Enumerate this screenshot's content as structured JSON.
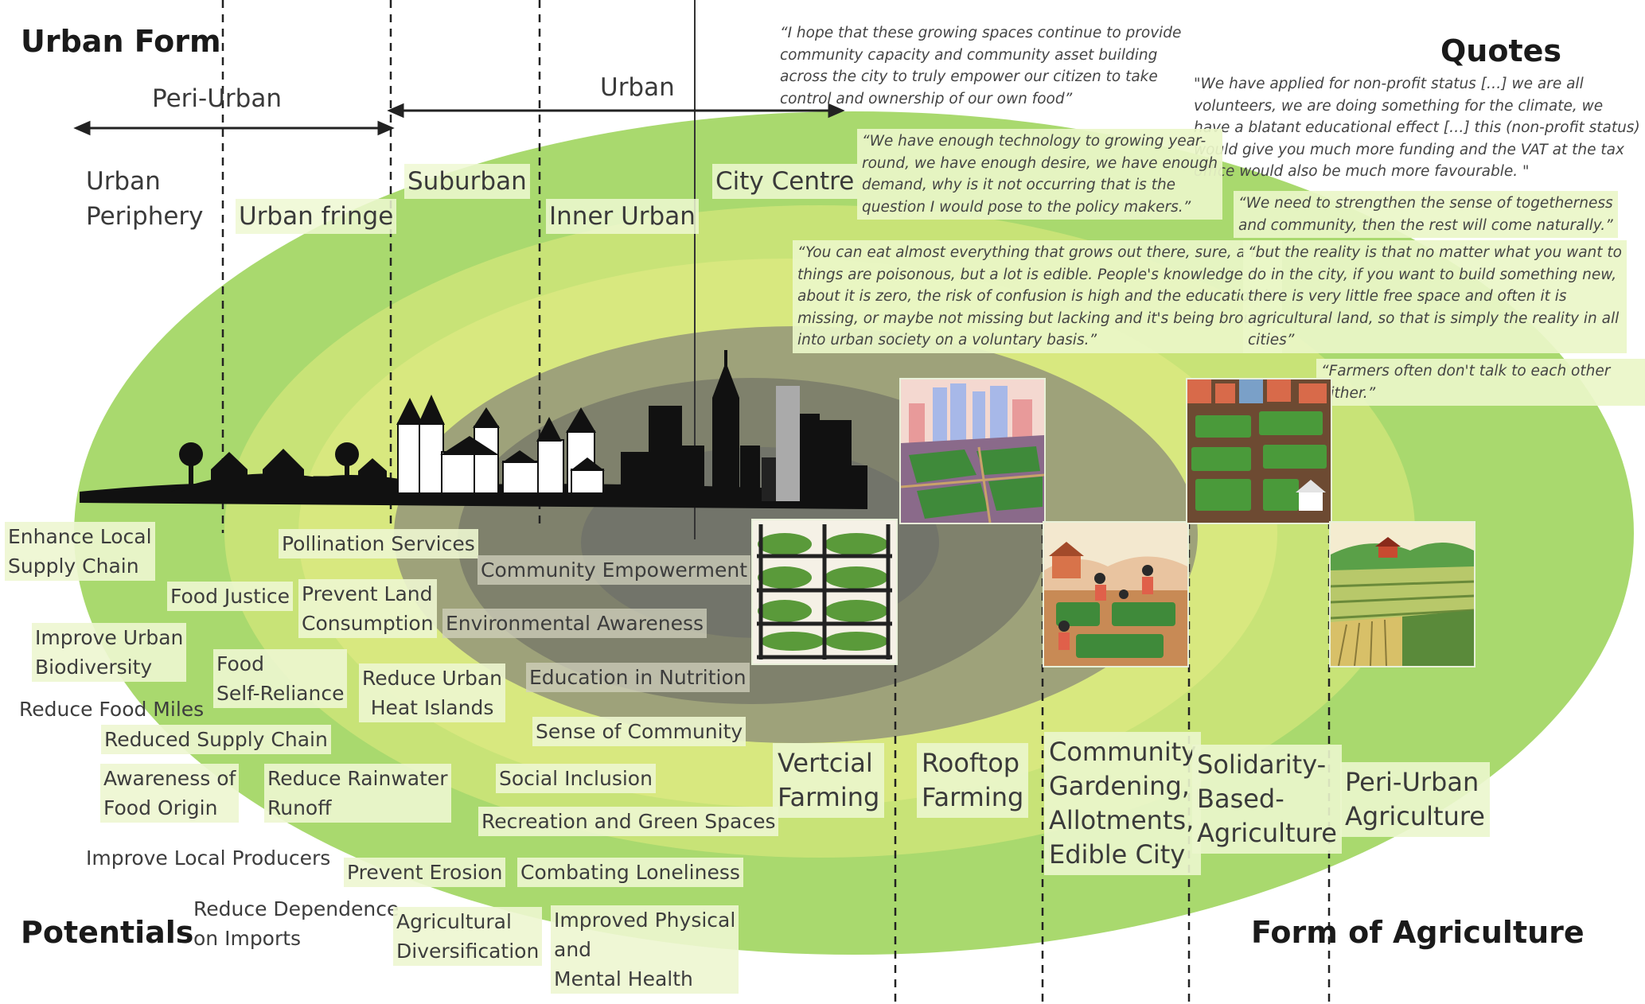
{
  "headings": {
    "urban_form": "Urban Form",
    "quotes": "Quotes",
    "potentials": "Potentials",
    "form_of_agriculture": "Form of Agriculture"
  },
  "scale": {
    "peri_urban": "Peri-Urban",
    "urban": "Urban"
  },
  "zones": {
    "urban_periphery": "Urban\nPeriphery",
    "urban_fringe": "Urban fringe",
    "suburban": "Suburban",
    "inner_urban": "Inner Urban",
    "city_centre": "City Centre"
  },
  "quotes": [
    "“I hope that these growing spaces continue to provide\ncommunity capacity and community asset building\nacross the city to truly empower our citizen to take\ncontrol and ownership of our own food”",
    "\"We have applied for non-profit status […] we are all\nvolunteers, we are doing something for the climate, we\nhave a blatant educational effect […] this (non-profit status)\nwould give you much more funding and the VAT at the tax\noffice would also be much more favourable. \"",
    "“We have enough technology to growing year-\nround, we have enough desire, we have enough\ndemand, why is it not occurring that is the\nquestion I would pose to the policy makers.”",
    "“We need to strengthen the sense of togetherness\nand community, then the rest will come naturally.”",
    "“You can eat almost everything that grows out there, sure, a few\nthings are poisonous, but a lot is edible. People's knowledge\nabout it is zero, the risk of confusion is high and the education is\nmissing, or maybe not missing but lacking and it's being brought\ninto urban society on a voluntary basis.”",
    "“but the reality is that no matter what you want to\ndo in the city, if you want to build something new,\nthere is very little free space and often it is\nagricultural land, so that is simply the reality in all\ncities”",
    "“Farmers often don't talk to each other either.”"
  ],
  "potentials": {
    "enhance_local_supply_chain": "Enhance Local\nSupply Chain",
    "pollination_services": "Pollination Services",
    "community_empowerment": "Community Empowerment",
    "food_justice": "Food Justice",
    "prevent_land_consumption": "Prevent Land\nConsumption",
    "environmental_awareness": "Environmental Awareness",
    "improve_urban_biodiversity": "Improve Urban\nBiodiversity",
    "food_self_reliance": "Food\nSelf-Reliance",
    "reduce_urban_heat_islands": "Reduce Urban\nHeat Islands",
    "education_in_nutrition": "Education in Nutrition",
    "reduce_food_miles": "Reduce Food Miles",
    "reduced_supply_chain": "Reduced Supply Chain",
    "sense_of_community": "Sense of Community",
    "awareness_of_food_origin": "Awareness of\nFood Origin",
    "reduce_rainwater_runoff": "Reduce Rainwater\nRunoff",
    "social_inclusion": "Social Inclusion",
    "recreation_and_green_spaces": "Recreation and Green Spaces",
    "improve_local_producers": "Improve Local Producers",
    "prevent_erosion": "Prevent Erosion",
    "combating_loneliness": "Combating Loneliness",
    "reduce_dependence_on_imports": "Reduce Dependence\non Imports",
    "agricultural_diversification": "Agricultural\nDiversification",
    "improved_physical_and_mental_health": "Improved Physical\nand\nMental Health"
  },
  "agriculture_forms": {
    "vertical_farming": "Vertcial\nFarming",
    "rooftop_farming": "Rooftop\nFarming",
    "community_gardening": "Community\nGardening,\nAllotments,\nEdible City",
    "solidarity_based": "Solidarity-\nBased-\nAgriculture",
    "peri_urban_agriculture": "Peri-Urban\nAgriculture"
  },
  "colors": {
    "outer_ring": "#a9d96e",
    "second_ring": "#c8e377",
    "third_ring": "#d8e87f",
    "fourth_ring": "#9ea27a",
    "fifth_ring": "#7f816c",
    "center": "#72746a",
    "silhouette": "#111111",
    "label_box": "#eef8d2"
  },
  "icons": {
    "skyline": "city-skyline-silhouette",
    "vertical_farm": "vertical-farm-illustration",
    "rooftop_farm": "rooftop-farm-illustration",
    "community_garden": "community-garden-illustration",
    "solidarity_farm": "solidarity-farm-illustration",
    "peri_urban_farm": "peri-urban-fields-illustration"
  }
}
